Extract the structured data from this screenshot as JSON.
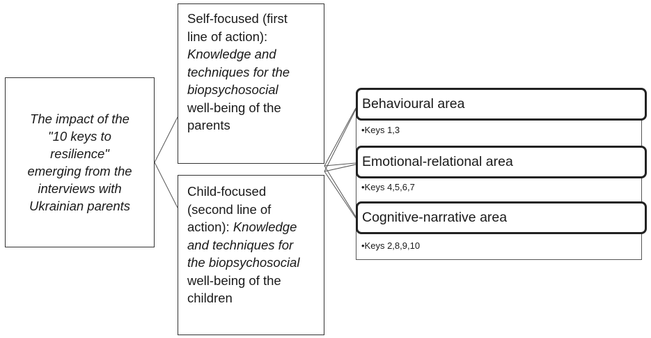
{
  "impact": {
    "lines": [
      "The impact of the",
      "\"10 keys to",
      "resilience\"",
      "emerging from the",
      "interviews with",
      "Ukrainian parents"
    ]
  },
  "self_focused": {
    "plain_lines": [
      "Self-focused (first",
      "line of action):"
    ],
    "italic_lines": [
      "Knowledge and",
      "techniques for the",
      "biopsychosocial"
    ],
    "tail_lines": [
      "well-being of the",
      "parents"
    ]
  },
  "child_focused": {
    "plain_lines": [
      "Child-focused",
      "(second line of",
      "action):"
    ],
    "italic_inline": "Knowledge",
    "italic_lines": [
      "and techniques for",
      "the biopsychosocial"
    ],
    "tail_lines": [
      "well-being of the",
      "children"
    ]
  },
  "areas": [
    {
      "title": "Behavioural area",
      "keys": "•Keys 1,3"
    },
    {
      "title": "Emotional-relational area",
      "keys": "•Keys 4,5,6,7"
    },
    {
      "title": "Cognitive-narrative area",
      "keys": "•Keys 2,8,9,10"
    }
  ]
}
